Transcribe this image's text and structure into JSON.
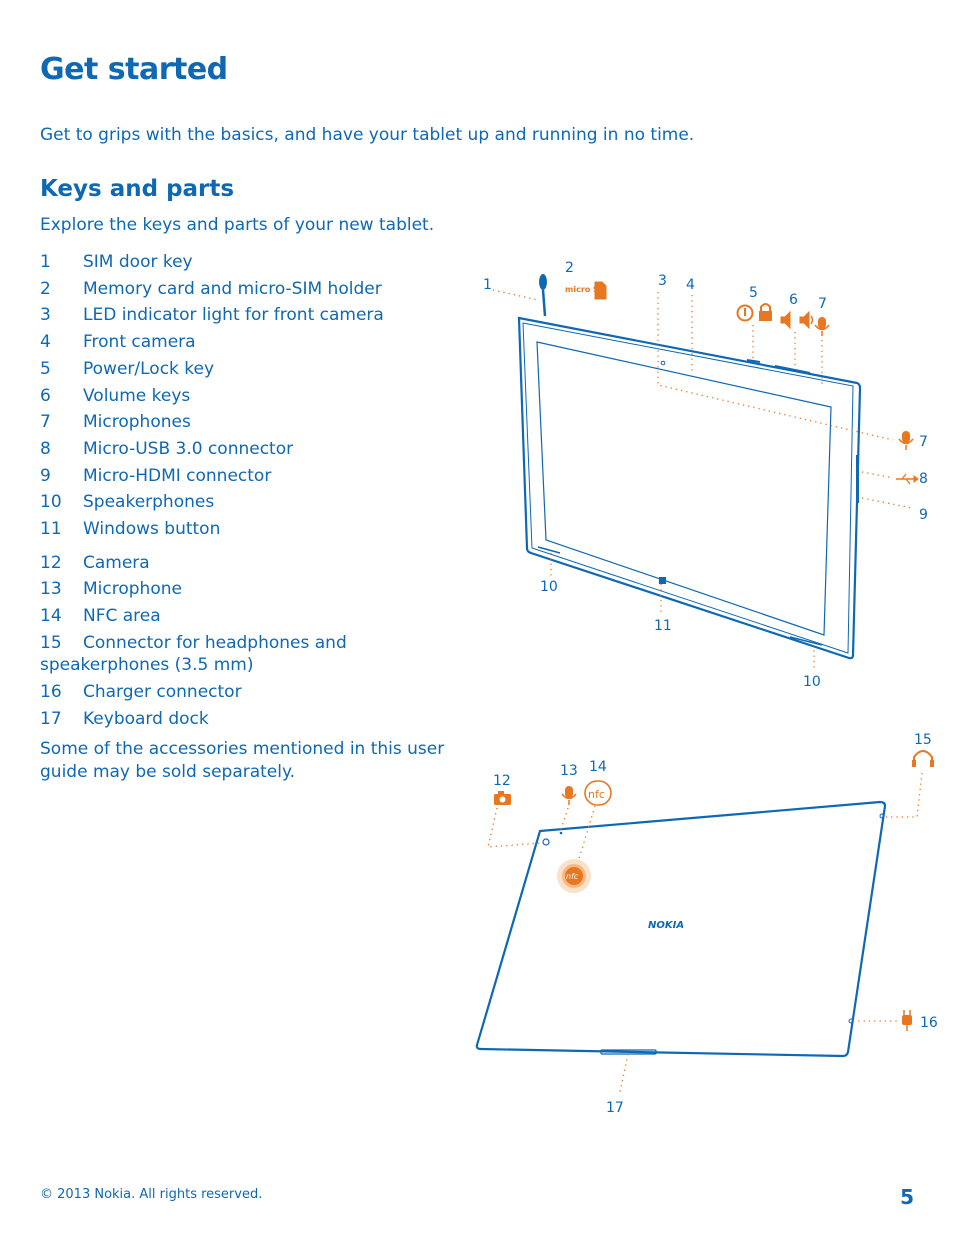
{
  "page": {
    "title": "Get started",
    "intro": "Get to grips with the basics, and have your tablet up and running in no time.",
    "section_title": "Keys and parts",
    "section_lead": "Explore the keys and parts of your new tablet.",
    "parts": [
      {
        "num": "1",
        "label": "SIM door key"
      },
      {
        "num": "2",
        "label": "Memory card and micro-SIM holder"
      },
      {
        "num": "3",
        "label": "LED indicator light for front camera"
      },
      {
        "num": "4",
        "label": "Front camera"
      },
      {
        "num": "5",
        "label": "Power/Lock key"
      },
      {
        "num": "6",
        "label": "Volume keys"
      },
      {
        "num": "7",
        "label": "Microphones"
      },
      {
        "num": "8",
        "label": "Micro-USB 3.0 connector"
      },
      {
        "num": "9",
        "label": "Micro-HDMI connector"
      },
      {
        "num": "10",
        "label": "Speakerphones"
      },
      {
        "num": "11",
        "label": "Windows button"
      },
      {
        "num": "12",
        "label": "Camera"
      },
      {
        "num": "13",
        "label": "Microphone"
      },
      {
        "num": "14",
        "label": "NFC area"
      },
      {
        "num": "15",
        "label": "Connector for headphones and speakerphones (3.5 mm)"
      },
      {
        "num": "16",
        "label": "Charger connector"
      },
      {
        "num": "17",
        "label": "Keyboard dock"
      }
    ],
    "note": "Some of the accessories mentioned in this user guide may be sold separately.",
    "footer": "© 2013 Nokia. All rights reserved.",
    "page_number": "5"
  },
  "diagram": {
    "front_labels": [
      "1",
      "2",
      "3",
      "4",
      "5",
      "6",
      "7",
      "7",
      "8",
      "9",
      "10",
      "11",
      "10"
    ],
    "back_labels": [
      "12",
      "13",
      "14",
      "15",
      "16",
      "17"
    ],
    "msd_text": "micro SD",
    "nfc_text": "nfc",
    "brand_text": "NOKIA"
  },
  "colors": {
    "text": "#0f68b4",
    "accent": "#e87722",
    "device": "#0f68b4"
  }
}
